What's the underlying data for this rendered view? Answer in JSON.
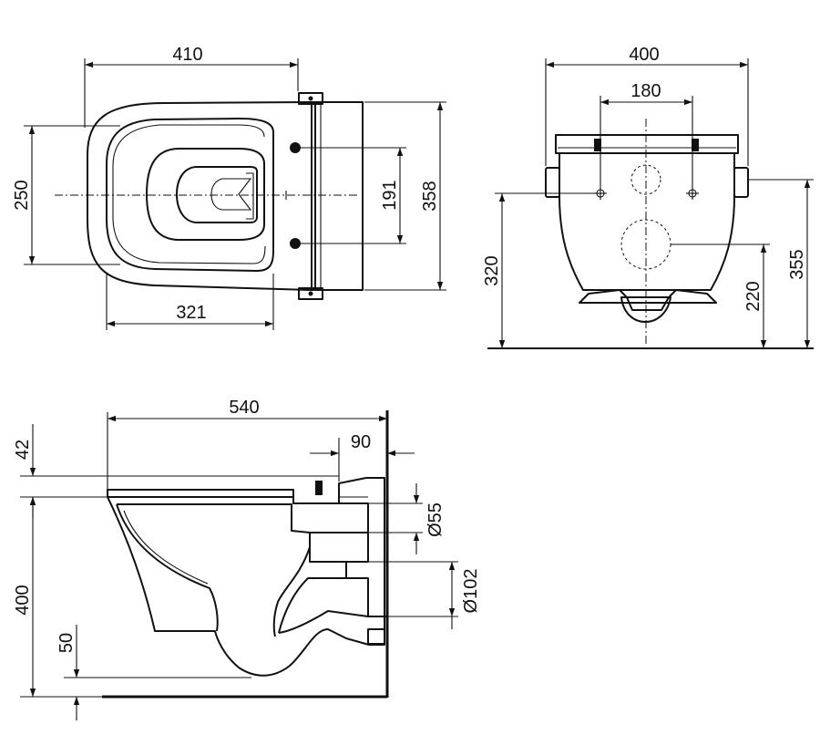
{
  "top_view": {
    "dim_width": "410",
    "dim_depth": "250",
    "dim_bowl": "321",
    "dim_fixing": "191",
    "dim_overall": "358"
  },
  "front_view": {
    "dim_width": "400",
    "dim_fixing": "180",
    "dim_fix_height": "320",
    "dim_drain_height": "220",
    "dim_inlet_height": "355"
  },
  "side_view": {
    "dim_length": "540",
    "dim_top": "42",
    "dim_inlet": "90",
    "dim_inlet_dia": "Ø55",
    "dim_outlet_dia": "Ø102",
    "dim_height": "400",
    "dim_bottom": "50"
  }
}
